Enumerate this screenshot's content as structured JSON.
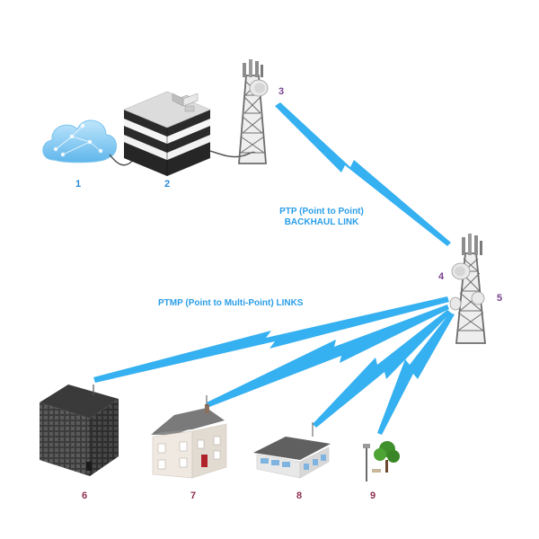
{
  "labels": {
    "n1": "1",
    "n2": "2",
    "n3": "3",
    "n4": "4",
    "n5": "5",
    "n6": "6",
    "n7": "7",
    "n8": "8",
    "n9": "9"
  },
  "captions": {
    "ptp_line1": "PTP (Point to Point)",
    "ptp_line2": "BACKHAUL LINK",
    "ptmp": "PTMP (Point to Multi-Point) LINKS"
  },
  "colors": {
    "link": "#35b0f0",
    "cloud": "#8fd0f5",
    "tower": "#777777",
    "number_blue": "#2a8ad8",
    "number_purple": "#7a3f8f",
    "number_maroon": "#8e2d4f"
  },
  "icons": {
    "n1": "internet-cloud-icon",
    "n2": "data-center-icon",
    "n3": "base-tower-icon",
    "n4": "relay-tower-icon",
    "n6": "office-building-icon",
    "n7": "house-icon",
    "n8": "single-storey-building-icon",
    "n9": "pole-with-tree-icon"
  }
}
